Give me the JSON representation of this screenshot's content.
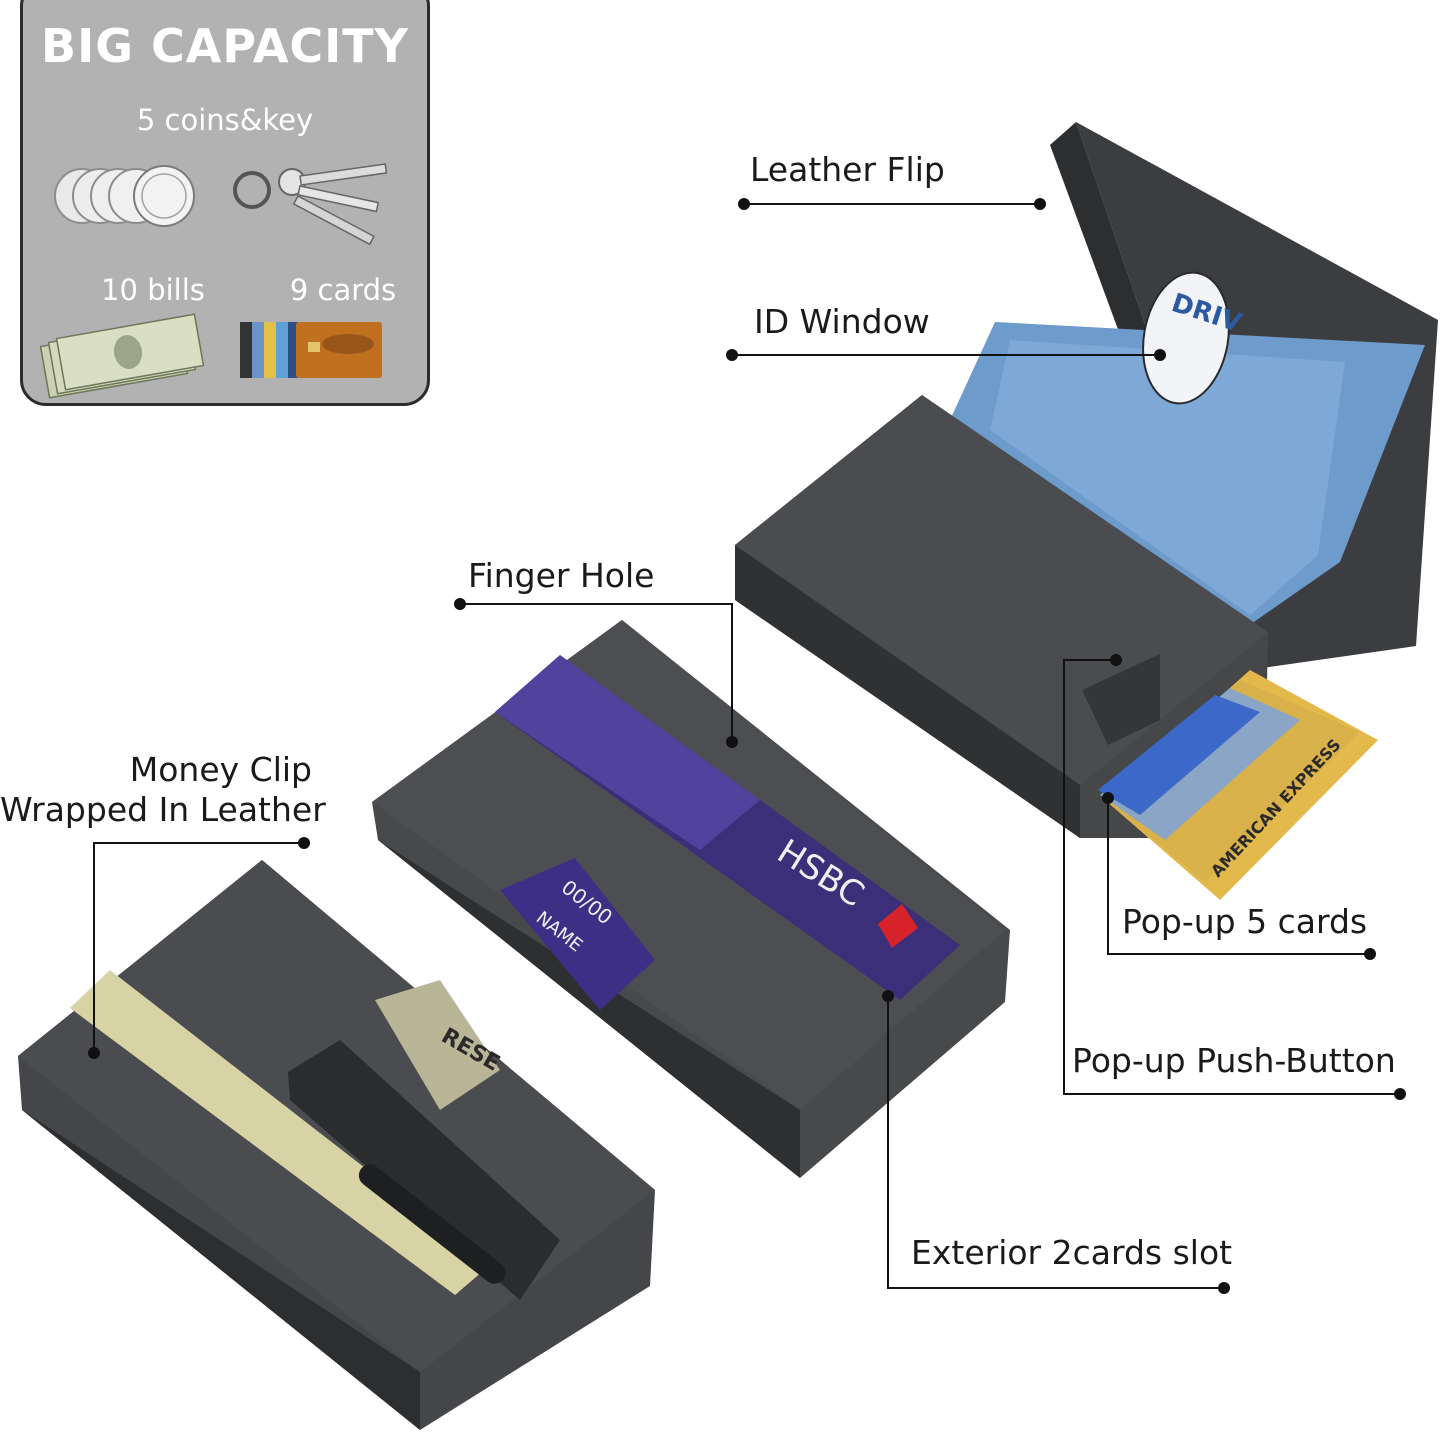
{
  "capacity": {
    "title": "BIG CAPACITY",
    "coins_keys": "5 coins&key",
    "bills": "10 bills",
    "cards": "9 cards"
  },
  "callouts": {
    "leather_flip": "Leather Flip",
    "id_window": "ID Window",
    "finger_hole": "Finger Hole",
    "money_clip_line1": "Money Clip",
    "money_clip_line2": "Wrapped In Leather",
    "popup_cards": "Pop-up 5 cards",
    "push_button": "Pop-up Push-Button",
    "exterior_slot": "Exterior 2cards slot"
  },
  "printed": {
    "bank": "HSBC",
    "card_name": "NAME",
    "card_date": "00/00",
    "amex": "AMERICAN EXPRESS",
    "id_card": "DRIV",
    "bill_text": "RESE"
  },
  "colors": {
    "leather": "#3f4244",
    "leather_dark": "#2a2c2e",
    "lining_blue": "#6e9ccc",
    "panel_grey": "#b2b2b2",
    "line": "#111111"
  },
  "icons": [
    "coins-icon",
    "keys-icon",
    "bills-icon",
    "cards-icon",
    "wallet-image"
  ]
}
